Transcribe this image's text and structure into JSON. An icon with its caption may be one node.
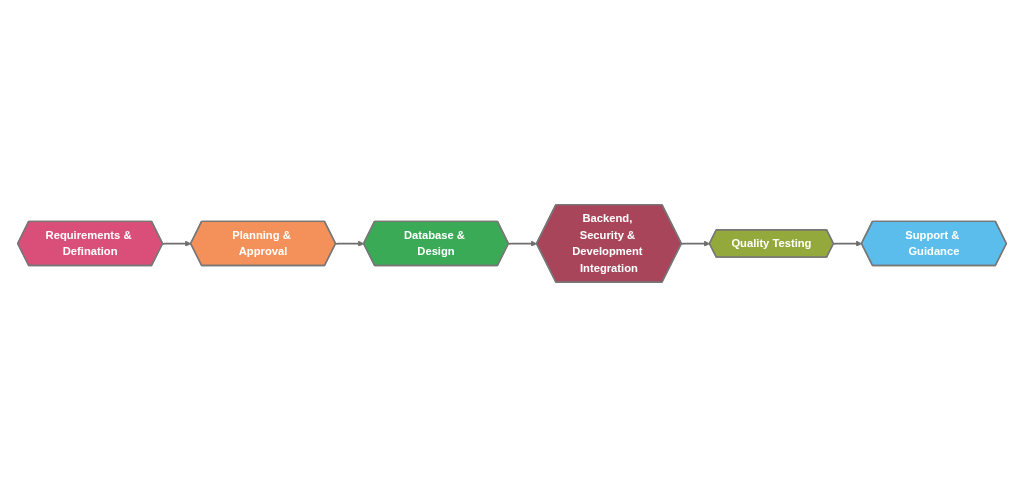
{
  "diagram": {
    "nodes": [
      {
        "text": [
          "Requirements & Defination"
        ]
      },
      {
        "text": [
          "Planning & Approval"
        ]
      },
      {
        "text": [
          "Database & Design"
        ]
      },
      {
        "text": [
          "Backend, Security & Development Integration"
        ]
      },
      {
        "text": [
          "Quality Testing"
        ]
      },
      {
        "text": [
          "Support & Guidance"
        ]
      }
    ],
    "edges": [
      {
        "from": 0,
        "to": 1,
        "arrow": "to"
      },
      {
        "from": 1,
        "to": 2,
        "arrow": "to"
      },
      {
        "from": 2,
        "to": 3,
        "arrow": "to"
      },
      {
        "from": 3,
        "to": 4,
        "arrow": "to"
      },
      {
        "from": 4,
        "to": 5,
        "arrow": "to"
      }
    ]
  }
}
